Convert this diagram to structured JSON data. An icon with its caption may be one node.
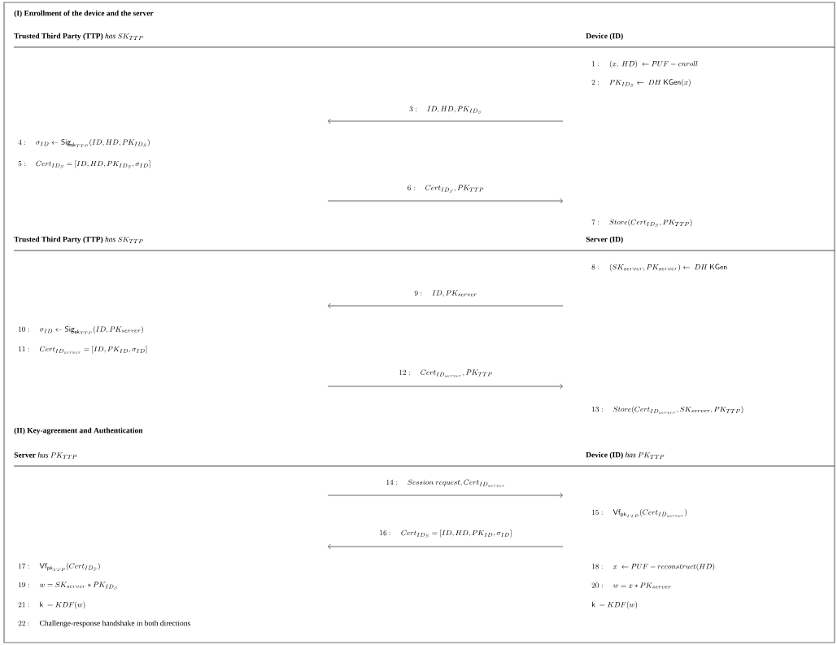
{
  "diagram": {
    "labels": [
      "(I) Enrollment of the device and the server",
      "\\textbf{Trusted Third Party (TTP)}\\ \\textit{has}\\ SK_{TTP}",
      "Device (ID)",
      "1:\\quad (x,\\ HD)\\ \\leftarrow PUF-enroll",
      "2:\\quad PK_{ID_S} \\leftarrow\\ DH\\ \\mathsf{KGen}(x)",
      "3:\\quad ID, HD, PK_{ID_S}",
      "4:\\quad \\sigma_{ID} \\leftarrow \\mathsf{Sig}_{\\mathsf{sk}_{TTP}}(ID, HD, PK_{ID_S})",
      "5:\\quad Cert_{ID_S} = [ID, HD, PK_{ID_S}, \\sigma_{ID}]",
      "6:\\quad Cert_{ID_S}, PK_{TTP}",
      "7:\\quad Store(Cert_{ID_S}, PK_{TTP})",
      "\\textbf{Trusted Third Party (TTP)}\\ \\textit{has}\\ SK_{TTP}",
      "Server (ID)",
      "8:\\quad (SK_{server}, PK_{server}) \\leftarrow\\ DH\\ \\mathsf{KGen}",
      "9:\\quad ID, PK_{server}",
      "10:\\quad \\sigma_{ID} \\leftarrow \\mathsf{Sig}_{\\mathsf{sk}_{TTP}}(ID, PK_{server})",
      "11:\\quad Cert_{ID_{server}} = [ID, PK_{ID}, \\sigma_{ID}]",
      "12:\\quad Cert_{ID_{server}}, PK_{TTP}",
      "13:\\quad Store(Cert_{ID_{server}}, SK_{server}, PK_{TTP})",
      "(II) Key-agreement and Authentication",
      "\\textbf{Server}\\ \\textit{has}\\ PK_{TTP}",
      "\\textbf{Device (ID)}\\ \\textit{has}\\ PK_{TTP}",
      "14:\\quad Session\\ request, Cert_{ID_{server}}",
      "15:\\quad \\mathsf{Vf}_{\\mathsf{pk}_{TTP}}(Cert_{ID_{server}})",
      "16:\\quad Cert_{ID_S} = [ID, HD, PK_{ID}, \\sigma_{ID}]",
      "17:\\quad \\mathsf{Vf}_{\\mathsf{pk}_{TTP}}(Cert_{ID_S})",
      "18:\\quad x\\ \\leftarrow PUF-reconstruct(HD)",
      "19:\\quad w = SK_{server} * PK_{ID_S}",
      "20:\\quad w = x * PK_{server}",
      "21:\\quad \\mathsf{k}\\ = KDF(w)",
      "\\mathsf{k}\\ = KDF(w)",
      "22:\\quad \\text{Challenge-response handshake in both directions}"
    ]
  }
}
